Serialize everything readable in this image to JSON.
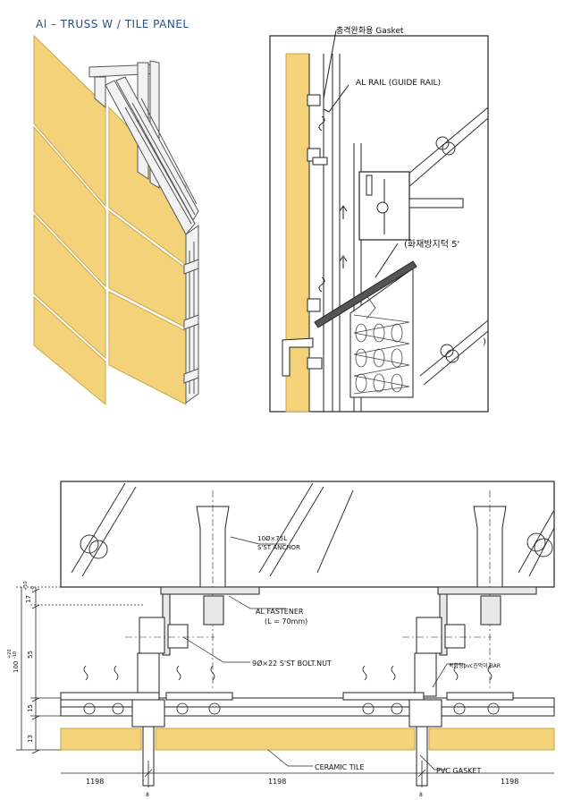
{
  "title": "Al – TRUSS W / TILE PANEL",
  "section": {
    "gasket_label": "충격완화용 Gasket",
    "rail_label": "AL RAIL (GUIDE RAIL)",
    "fire_label": "(화재방지턱 5'",
    "bracket_mark": ")"
  },
  "plan": {
    "anchor_label_1": "10Ø×75L",
    "anchor_label_2": "S'ST ANCHOR",
    "fastener_label_1": "AL FASTENER",
    "fastener_label_2": "(L = 70mm)",
    "bolt_label": "9Ø×22 S'ST BOLT.NUT",
    "pvc_bar_label": "복합형pvc진막이 BAR",
    "tile_label": "CERAMIC TILE",
    "gasket_label": "PVC GASKET",
    "dims_vertical": [
      "17",
      "55",
      "15",
      "13"
    ],
    "dims_vertical_small": [
      "+10",
      "-0"
    ],
    "dims_total": "100",
    "dims_total_tol": [
      "+20",
      "-10"
    ],
    "dims_horizontal": [
      "1198",
      "1198",
      "1198"
    ],
    "dims_joint": [
      "8",
      "8"
    ]
  },
  "colors": {
    "tile": "#f4d27a",
    "tile_edge": "#c9a74a",
    "line": "#222222",
    "title": "#2a4f86"
  }
}
